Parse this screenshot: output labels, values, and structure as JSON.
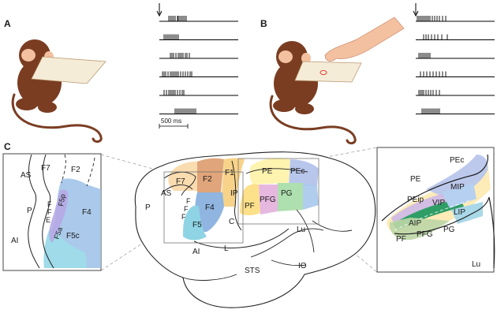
{
  "panels": {
    "a": "A",
    "b": "B",
    "c": "C"
  },
  "scale_label": "500 ms",
  "rasters": {
    "a": [
      [
        12,
        14,
        16,
        18,
        20,
        23,
        24,
        26,
        28,
        30,
        32,
        34
      ],
      [
        6,
        8,
        10,
        12,
        14,
        16,
        18,
        20,
        22,
        24
      ],
      [
        14,
        16,
        18,
        21,
        24,
        26,
        28,
        30,
        33,
        35,
        38
      ],
      [
        4,
        6,
        8,
        11,
        14,
        16,
        18,
        20,
        22,
        24,
        27,
        30,
        33,
        36,
        39,
        41
      ],
      [
        6,
        9,
        12,
        14,
        16,
        18,
        20,
        23,
        26,
        29,
        31
      ],
      [
        20,
        22,
        24,
        26,
        28,
        30,
        32,
        34,
        36,
        38,
        40,
        42,
        44,
        46
      ]
    ],
    "b": [
      [
        2,
        4,
        6,
        8,
        10,
        12,
        14,
        16,
        18,
        21,
        24,
        27,
        30,
        34,
        38
      ],
      [
        10,
        13,
        16,
        20,
        24,
        28,
        33,
        40
      ],
      [
        4,
        6,
        8,
        10,
        12,
        14,
        16,
        18
      ],
      [
        6,
        10,
        14,
        18,
        22,
        26,
        30,
        34,
        38
      ],
      [
        4,
        6,
        8,
        10,
        13,
        16,
        19,
        22,
        26,
        30
      ],
      [
        8,
        10,
        12,
        14,
        16,
        18,
        20,
        22,
        24,
        26,
        28,
        30
      ]
    ]
  },
  "left_inset_labels": {
    "as": "AS",
    "f7": "F7",
    "f2": "F2",
    "p": "P",
    "f4": "F4",
    "f5p": "F5p",
    "f5a": "F5a",
    "f5c": "F5c",
    "ai": "AI",
    "f_a": "F",
    "f_b": "F",
    "f_c": "E"
  },
  "brain_labels": {
    "f7": "F7",
    "f2": "F2",
    "f1": "F1",
    "as": "AS",
    "p": "P",
    "f4": "F4",
    "f5": "F5",
    "ai": "AI",
    "ip": "IP",
    "c": "C",
    "l": "L",
    "sts": "STS",
    "lu": "Lu",
    "io": "IO",
    "pe": "PE",
    "pec": "PEc",
    "pf": "PF",
    "pfg": "PFG",
    "pg": "PG",
    "f_a": "F",
    "f_b": "F",
    "f_c": "F"
  },
  "right_inset_labels": {
    "pec": "PEc",
    "pe": "PE",
    "mip": "MIP",
    "peip": "PEip",
    "vip": "VIP",
    "lip": "LIP",
    "aip": "AIP",
    "pg": "PG",
    "pf": "PF",
    "pfg": "PFG",
    "lu": "Lu"
  },
  "colors": {
    "f7": "#f9dcb0",
    "f2": "#e0a57a",
    "f1": "#f7d38a",
    "f4": "#8fb5e0",
    "f5": "#8fd4e4",
    "pe": "#fff3b0",
    "pec": "#b8c6ec",
    "pf": "#fde08a",
    "pfg": "#e6b8e0",
    "pg": "#aedfae",
    "monkey": "#7a3d22",
    "skin": "#f4c1a0",
    "vip": "#2f9e66"
  }
}
